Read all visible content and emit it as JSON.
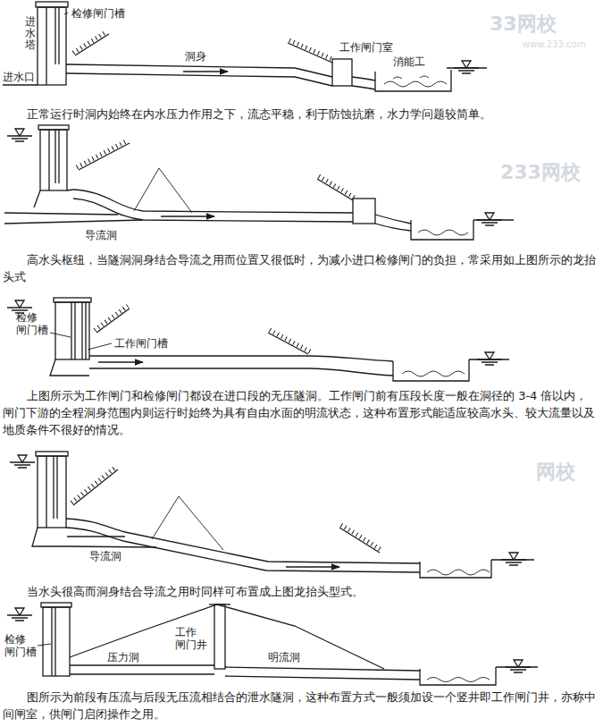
{
  "diagram": {
    "labels": [
      "进水塔",
      "检修闸门槽",
      "洞身",
      "工作闸门室",
      "消能工",
      "进水口",
      "33网校",
      "www.233.com",
      "正常运行时洞内始终在内水压力作用之下，流态平稳，利于防蚀抗磨，水力学问题较简单。",
      "导流洞",
      "233网校",
      "高水头枢纽，当隧洞洞身结合导流之用而位置又很低时，为减小进口检修闸门的负担，常采用如上图所示的龙抬头式",
      "检修 闸门槽",
      "工作闸门槽",
      "上图所示为工作闸门和检修闸门都设在进口段的无压隧洞。工作闸门前有压段长度一般在洞径的 3-4 倍以内，闸门下游的全程洞身范围内则运行时始终为具有自由水面的明流状态，这种布置形式能适应较高水头、较大流量以及地质条件不很好的情况。",
      "导流洞",
      "网校",
      "当水头很高而洞身结合导流之用时同样可布置成上图龙抬头型式。",
      "检修 闸门槽",
      "压力洞",
      "工作 闸门井",
      "明流洞",
      "图所示为前段有压流与后段无压流相结合的泄水隧洞，这种布置方式一般须加设一个竖井即工作闸门井，亦称中间闸室，供闸门启闭操作之用。"
    ]
  }
}
